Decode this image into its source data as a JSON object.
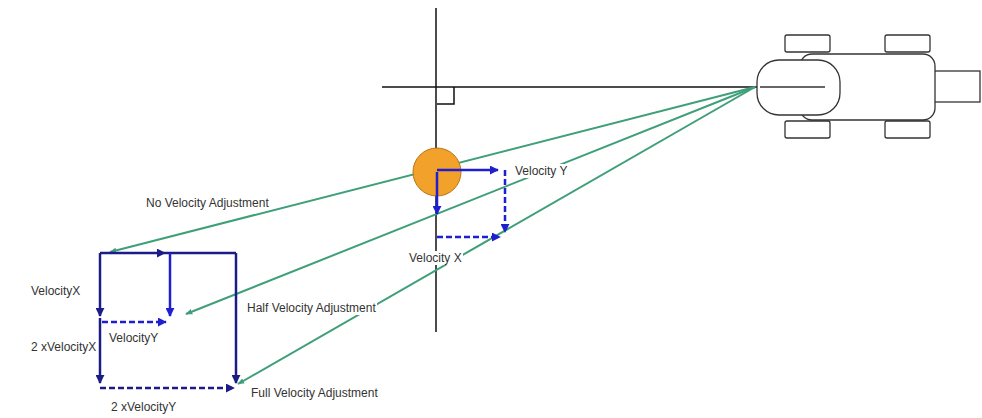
{
  "diagram": {
    "labels": [
      "Velocity Y",
      "Velocity X",
      "No Velocity Adjustment",
      "VelocityX",
      "VelocityY",
      "Half Velocity Adjustment",
      "2 xVelocityX",
      "Full Velocity Adjustment",
      "2 xVelocityY"
    ]
  }
}
